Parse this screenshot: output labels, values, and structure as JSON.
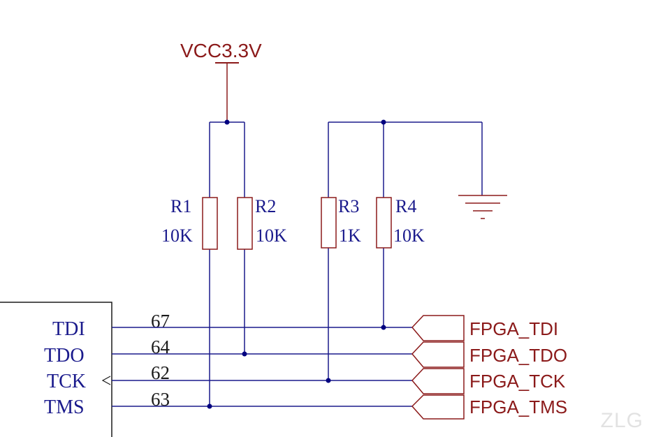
{
  "supply": {
    "label": "VCC3.3V"
  },
  "resistors": [
    {
      "ref": "R1",
      "value": "10K"
    },
    {
      "ref": "R2",
      "value": "10K"
    },
    {
      "ref": "R3",
      "value": "1K"
    },
    {
      "ref": "R4",
      "value": "10K"
    }
  ],
  "chip_pins": [
    {
      "name": "TDI",
      "number": "67"
    },
    {
      "name": "TDO",
      "number": "64"
    },
    {
      "name": "TCK",
      "number": "62"
    },
    {
      "name": "TMS",
      "number": "63"
    }
  ],
  "nets": [
    {
      "label": "FPGA_TDI"
    },
    {
      "label": "FPGA_TDO"
    },
    {
      "label": "FPGA_TCK"
    },
    {
      "label": "FPGA_TMS"
    }
  ],
  "watermark": "ZLG",
  "colors": {
    "wire": "#1a1a8c",
    "component": "#8b1a1a",
    "pin_text": "#1a1a8c",
    "junction": "#000080"
  }
}
